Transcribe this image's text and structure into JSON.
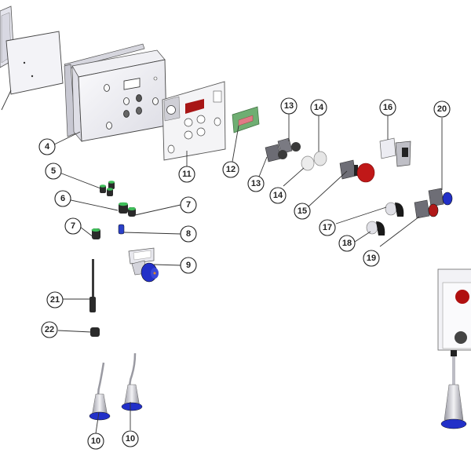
{
  "diagram": {
    "type": "exploded-parts-view",
    "callouts": [
      {
        "id": "c4",
        "label": "4"
      },
      {
        "id": "c5",
        "label": "5"
      },
      {
        "id": "c6",
        "label": "6"
      },
      {
        "id": "c7a",
        "label": "7"
      },
      {
        "id": "c7b",
        "label": "7"
      },
      {
        "id": "c8",
        "label": "8"
      },
      {
        "id": "c9",
        "label": "9"
      },
      {
        "id": "c10a",
        "label": "10"
      },
      {
        "id": "c10b",
        "label": "10"
      },
      {
        "id": "c11",
        "label": "11"
      },
      {
        "id": "c12",
        "label": "12"
      },
      {
        "id": "c13a",
        "label": "13"
      },
      {
        "id": "c13b",
        "label": "13"
      },
      {
        "id": "c14a",
        "label": "14"
      },
      {
        "id": "c14b",
        "label": "14"
      },
      {
        "id": "c15",
        "label": "15"
      },
      {
        "id": "c16",
        "label": "16"
      },
      {
        "id": "c17",
        "label": "17"
      },
      {
        "id": "c18",
        "label": "18"
      },
      {
        "id": "c19",
        "label": "19"
      },
      {
        "id": "c20",
        "label": "20"
      },
      {
        "id": "c21",
        "label": "21"
      },
      {
        "id": "c22",
        "label": "22"
      }
    ],
    "parts": [
      "back-panel",
      "mounting-plate",
      "enclosure-box",
      "front-label-overlay",
      "display-pcb",
      "contact-blocks",
      "lens-caps",
      "emergency-stop-button",
      "rotary-selector-switch",
      "selector-knob-17",
      "selector-knob-18",
      "red-pushbutton",
      "blue-pushbutton",
      "cable-glands",
      "vent-plug",
      "socket-box",
      "probe-rod",
      "probe-cap",
      "cable-probes",
      "assembled-unit"
    ],
    "colors": {
      "green_accent": "#3fbf5a",
      "red_display": "#b01818",
      "blue_accent": "#2230c8",
      "pcb_green": "#6fae72",
      "panel_gray": "#e9e9ee",
      "dark_part": "#3a3a3a"
    }
  }
}
